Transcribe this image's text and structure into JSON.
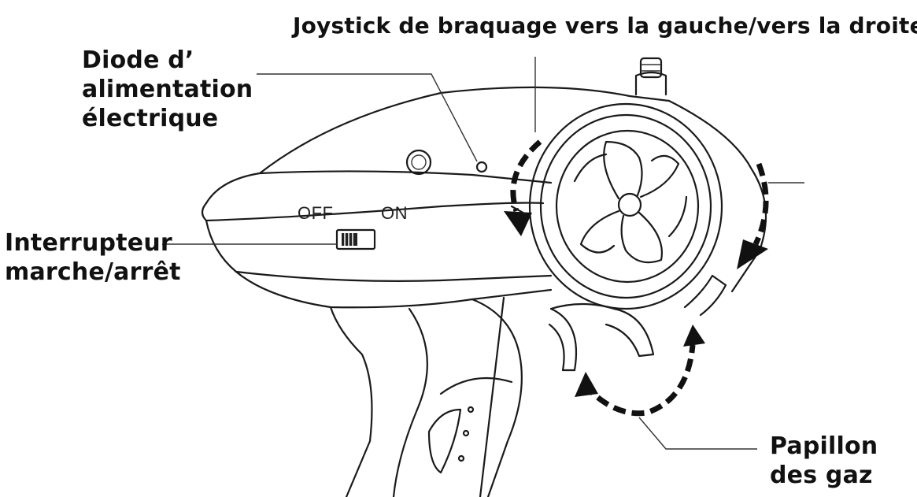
{
  "labels": {
    "joystick": "Joystick de braquage vers la gauche/vers la droite",
    "diode": [
      "Diode d’",
      "alimentation",
      "électrique"
    ],
    "switch": [
      "Interrupteur",
      "marche/arrêt"
    ],
    "throttle": [
      "Papillon",
      "des gaz"
    ]
  },
  "switch_text": {
    "off": "OFF",
    "on": "ON"
  },
  "colors": {
    "ink": "#111111",
    "background": "#ffffff"
  }
}
